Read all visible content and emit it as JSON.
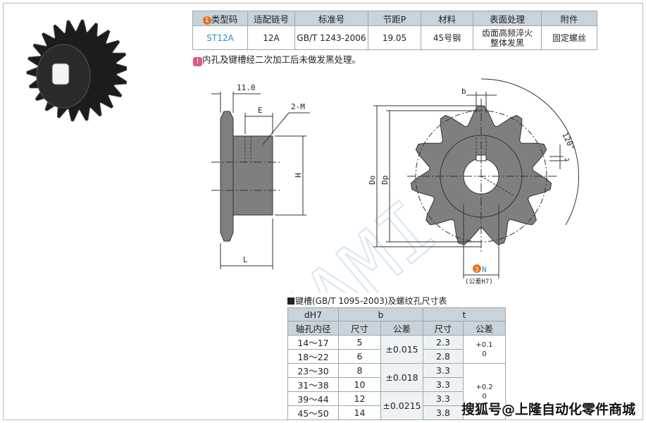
{
  "spec_table": {
    "headers": [
      "类型码",
      "适配链号",
      "标准号",
      "节距P",
      "材料",
      "表面处理",
      "附件"
    ],
    "header_marker": "1",
    "row": [
      "ST12A",
      "12A",
      "GB/T 1243-2006",
      "19.05",
      "45号钢",
      "齿面高频淬火\n整体发黑",
      "固定螺丝"
    ],
    "surface_line1": "齿面高频淬火",
    "surface_line2": "整体发黑"
  },
  "note": {
    "icon": "!",
    "text": "内孔及键槽经二次加工后未做发黑处理。"
  },
  "drawing": {
    "side": {
      "dim_top": "11.0",
      "dim_e": "E",
      "dim_m": "2-M",
      "dim_h": "H",
      "dim_l": "L"
    },
    "front": {
      "dim_b": "b",
      "dim_t": "t",
      "dim_do": "Do",
      "dim_dp": "Dp",
      "angle": "120°",
      "bore_marker": "3",
      "bore_label": "N",
      "bore_tol": "(公差H7)"
    }
  },
  "keyway_table": {
    "title": "键槽(GB/T 1095-2003)及螺纹孔尺寸表",
    "h_d": "dH7",
    "h_d2": "轴孔内径",
    "h_b": "b",
    "h_t": "t",
    "h_size": "尺寸",
    "h_tol": "公差",
    "rows": [
      {
        "d": "14～17",
        "b": "5",
        "t": "2.3"
      },
      {
        "d": "18～22",
        "b": "6",
        "t": "2.8"
      },
      {
        "d": "23～30",
        "b": "8",
        "t": "3.3"
      },
      {
        "d": "31～38",
        "b": "10",
        "t": "3.3"
      },
      {
        "d": "39～44",
        "b": "12",
        "t": "3.3"
      },
      {
        "d": "45～50",
        "b": "14",
        "t": "3.8"
      }
    ],
    "b_tol": [
      "±0.015",
      "±0.018",
      "±0.0215"
    ],
    "t_tol": [
      {
        "up": "+0.1",
        "low": "0"
      },
      {
        "up": "+0.2",
        "low": "0"
      }
    ]
  },
  "watermark": "搜狐号@上隆自动化零件商城",
  "colors": {
    "accent": "#e8731e",
    "code": "#2a8fc7",
    "header": "#c9d3dc",
    "part": "#7f7f7f"
  }
}
